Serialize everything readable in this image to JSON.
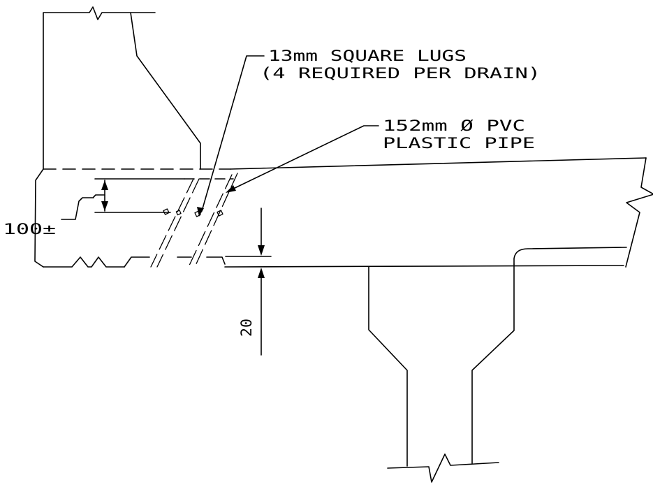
{
  "colors": {
    "background": "#ffffff",
    "line": "#000000"
  },
  "callouts": {
    "lugs": {
      "line1": "13mm SQUARE LUGS",
      "line2": "(4 REQUIRED PER DRAIN)"
    },
    "pipe": {
      "line1": "152mm Ø PVC",
      "line2": "PLASTIC PIPE"
    }
  },
  "dimensions": {
    "drain_height": "100±",
    "soffit_offset": "20"
  }
}
